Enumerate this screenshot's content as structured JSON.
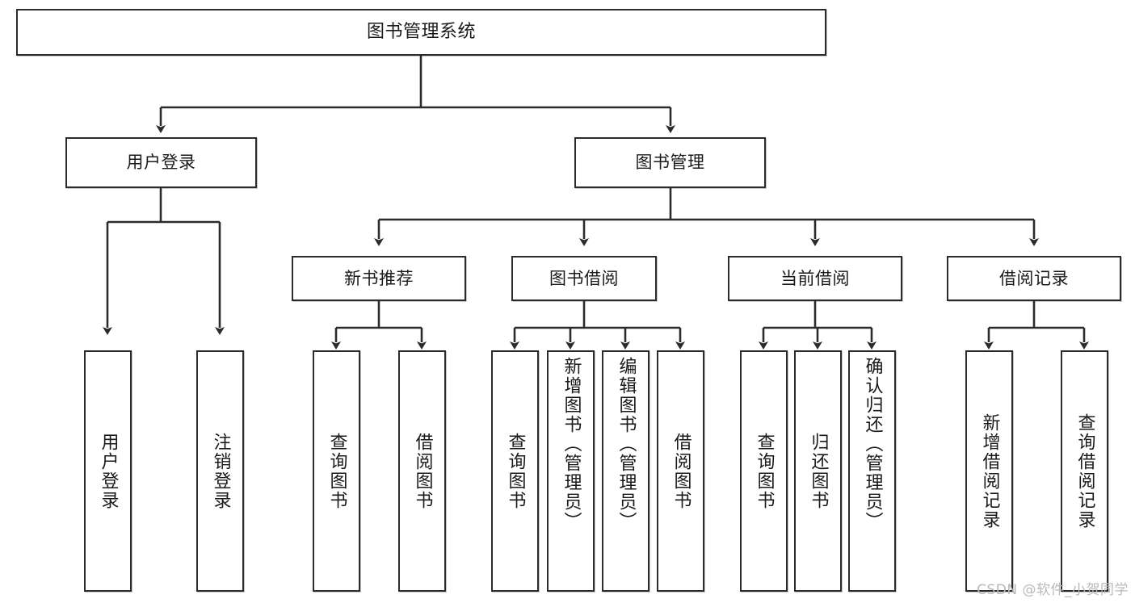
{
  "diagram": {
    "title": "图书管理系统",
    "type": "tree-hierarchy-chart",
    "colors": {
      "box_border": "#2b2b2b",
      "box_fill": "#ffffff",
      "edge": "#2b2b2b",
      "text": "#1a1a1a",
      "watermark": "#b9b9b9"
    }
  },
  "root": {
    "label": "图书管理系统"
  },
  "level2": [
    {
      "label": "用户登录"
    },
    {
      "label": "图书管理"
    }
  ],
  "level3": [
    {
      "label": "新书推荐"
    },
    {
      "label": "图书借阅"
    },
    {
      "label": "当前借阅"
    },
    {
      "label": "借阅记录"
    }
  ],
  "leaves": {
    "user_login": [
      {
        "label": "用户登录"
      },
      {
        "label": "注销登录"
      }
    ],
    "new_book": [
      {
        "label": "查询图书"
      },
      {
        "label": "借阅图书"
      }
    ],
    "book_borrow": [
      {
        "label": "查询图书"
      },
      {
        "label": "新增图书（管理员）"
      },
      {
        "label": "编辑图书（管理员）"
      },
      {
        "label": "借阅图书"
      }
    ],
    "current_borrow": [
      {
        "label": "查询图书"
      },
      {
        "label": "归还图书"
      },
      {
        "label": "确认归还（管理员）"
      }
    ],
    "borrow_record": [
      {
        "label": "新增借阅记录"
      },
      {
        "label": "查询借阅记录"
      }
    ]
  },
  "watermark": {
    "text": "CSDN @软件_小贺同学"
  }
}
